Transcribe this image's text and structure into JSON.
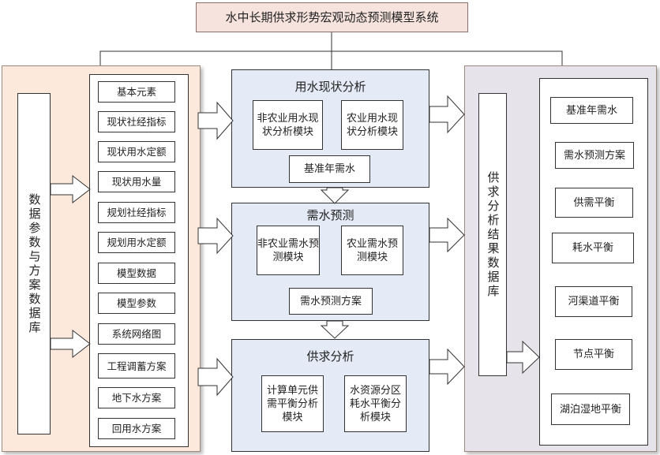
{
  "title": "水中长期供求形势宏观动态预测模型系统",
  "left": {
    "vertical_label": "数据参数与方案数据库",
    "items": [
      "基本元素",
      "现状社经指标",
      "现状用水定额",
      "现状用水量",
      "规划社经指标",
      "规划用水定额",
      "模型数据",
      "模型参数",
      "系统网络图",
      "工程调蓄方案",
      "地下水方案",
      "回用水方案"
    ]
  },
  "panels": [
    {
      "title": "用水现状分析",
      "module1": "非农业用水现状分析模块",
      "module2": "农业用水现状分析模块",
      "output": "基准年需水"
    },
    {
      "title": "需水预测",
      "module1": "非农业需水预测模块",
      "module2": "农业需水预测模块",
      "output": "需水预测方案"
    },
    {
      "title": "供求分析",
      "module1": "计算单元供需平衡分析模块",
      "module2": "水资源分区耗水平衡分析模块",
      "output": ""
    }
  ],
  "right": {
    "vertical_label": "供求分析结果数据库",
    "items": [
      "基准年需水",
      "需水预测方案",
      "供需平衡",
      "耗水平衡",
      "河渠道平衡",
      "节点平衡",
      "湖泊湿地平衡"
    ]
  }
}
